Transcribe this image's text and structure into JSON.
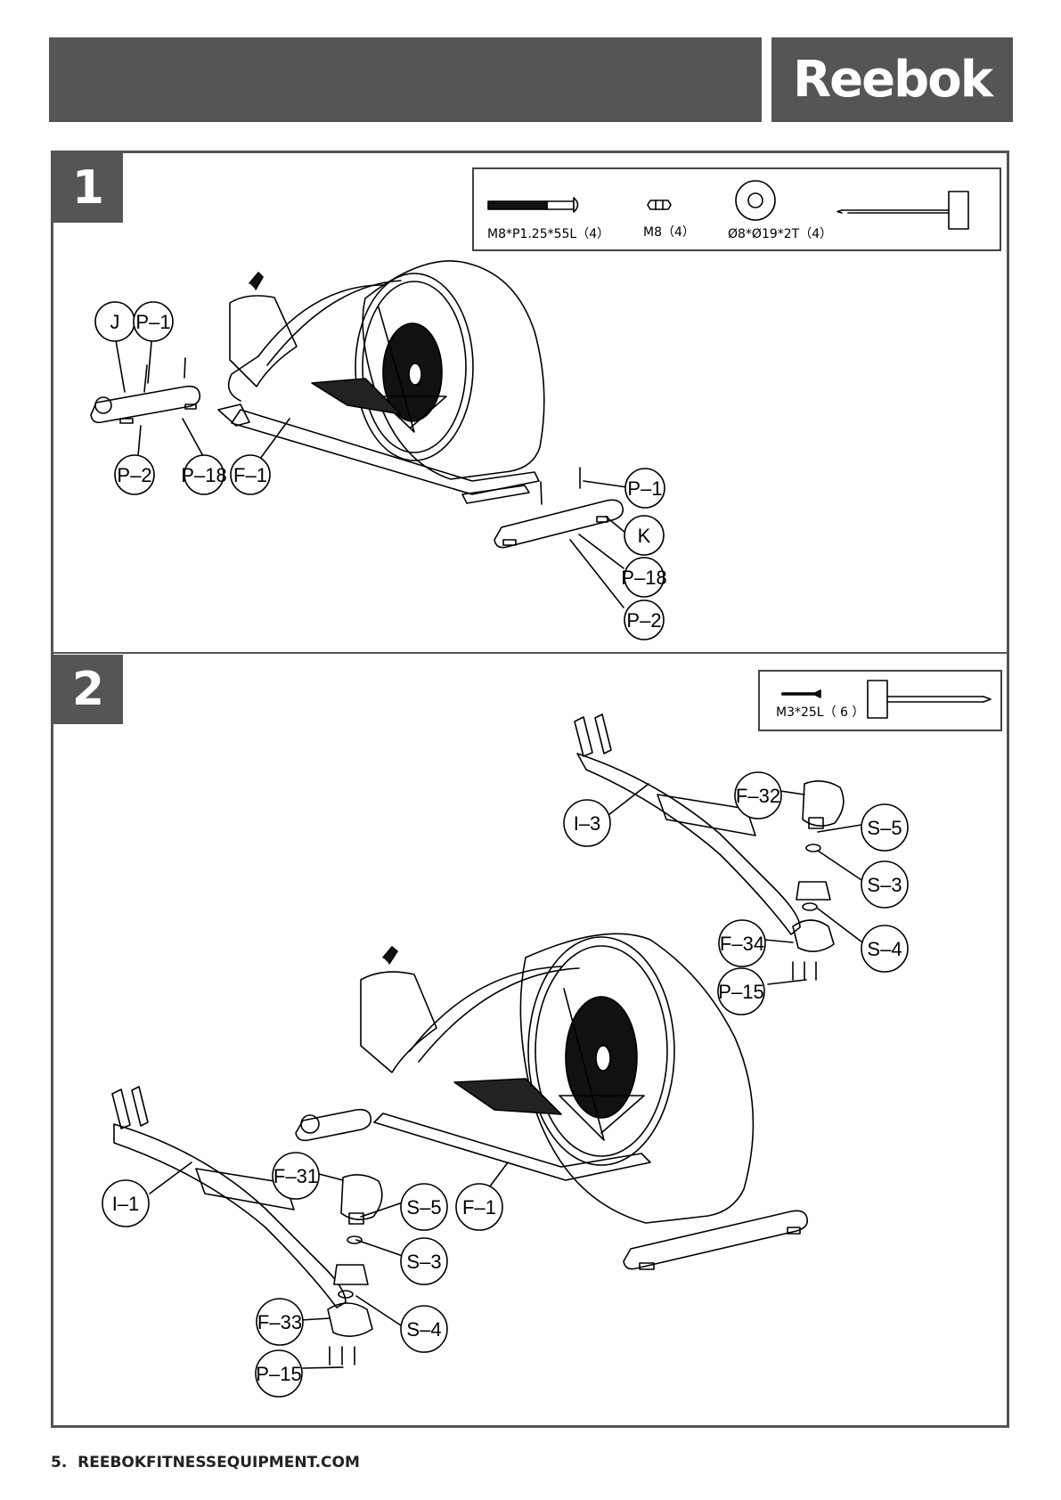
{
  "header": {
    "brand": "Reebok"
  },
  "step1": {
    "number": "1",
    "parts": [
      {
        "icon": "bolt-icon",
        "label": "M8*P1.25*55L（4）"
      },
      {
        "icon": "nut-icon",
        "label": "M8（4）"
      },
      {
        "icon": "washer-icon",
        "label": "Ø8*Ø19*2T（4）"
      },
      {
        "icon": "allen-key-icon",
        "label": ""
      }
    ],
    "callouts": [
      "J",
      "P–1",
      "P–2",
      "P–18",
      "F–1",
      "P–1",
      "K",
      "P–18",
      "P–2"
    ]
  },
  "step2": {
    "number": "2",
    "parts": [
      {
        "icon": "screw-icon",
        "label": "M3*25L（ 6 ）"
      },
      {
        "icon": "screwdriver-icon",
        "label": ""
      }
    ],
    "callouts": [
      "I–3",
      "F–32",
      "S–5",
      "S–3",
      "F–34",
      "S–4",
      "P–15",
      "I–1",
      "F–31",
      "S–5",
      "F–1",
      "S–3",
      "S–4",
      "F–33",
      "P–15"
    ]
  },
  "footer": {
    "page": "5.",
    "site": "REEBOKFITNESSEQUIPMENT.COM"
  }
}
